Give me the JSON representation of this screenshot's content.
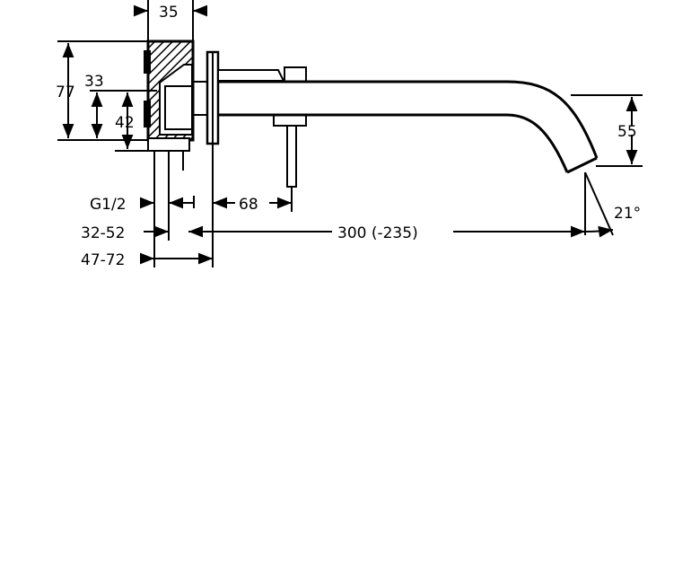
{
  "dimensions": {
    "body_depth": "35",
    "height_total": "77",
    "height_upper": "33",
    "height_lower": "42",
    "thread": "G1/2",
    "lever_offset": "68",
    "spout_length": "300 (-235)",
    "range_small": "32-52",
    "range_large": "47-72",
    "spout_drop": "55",
    "spout_angle": "21°"
  }
}
